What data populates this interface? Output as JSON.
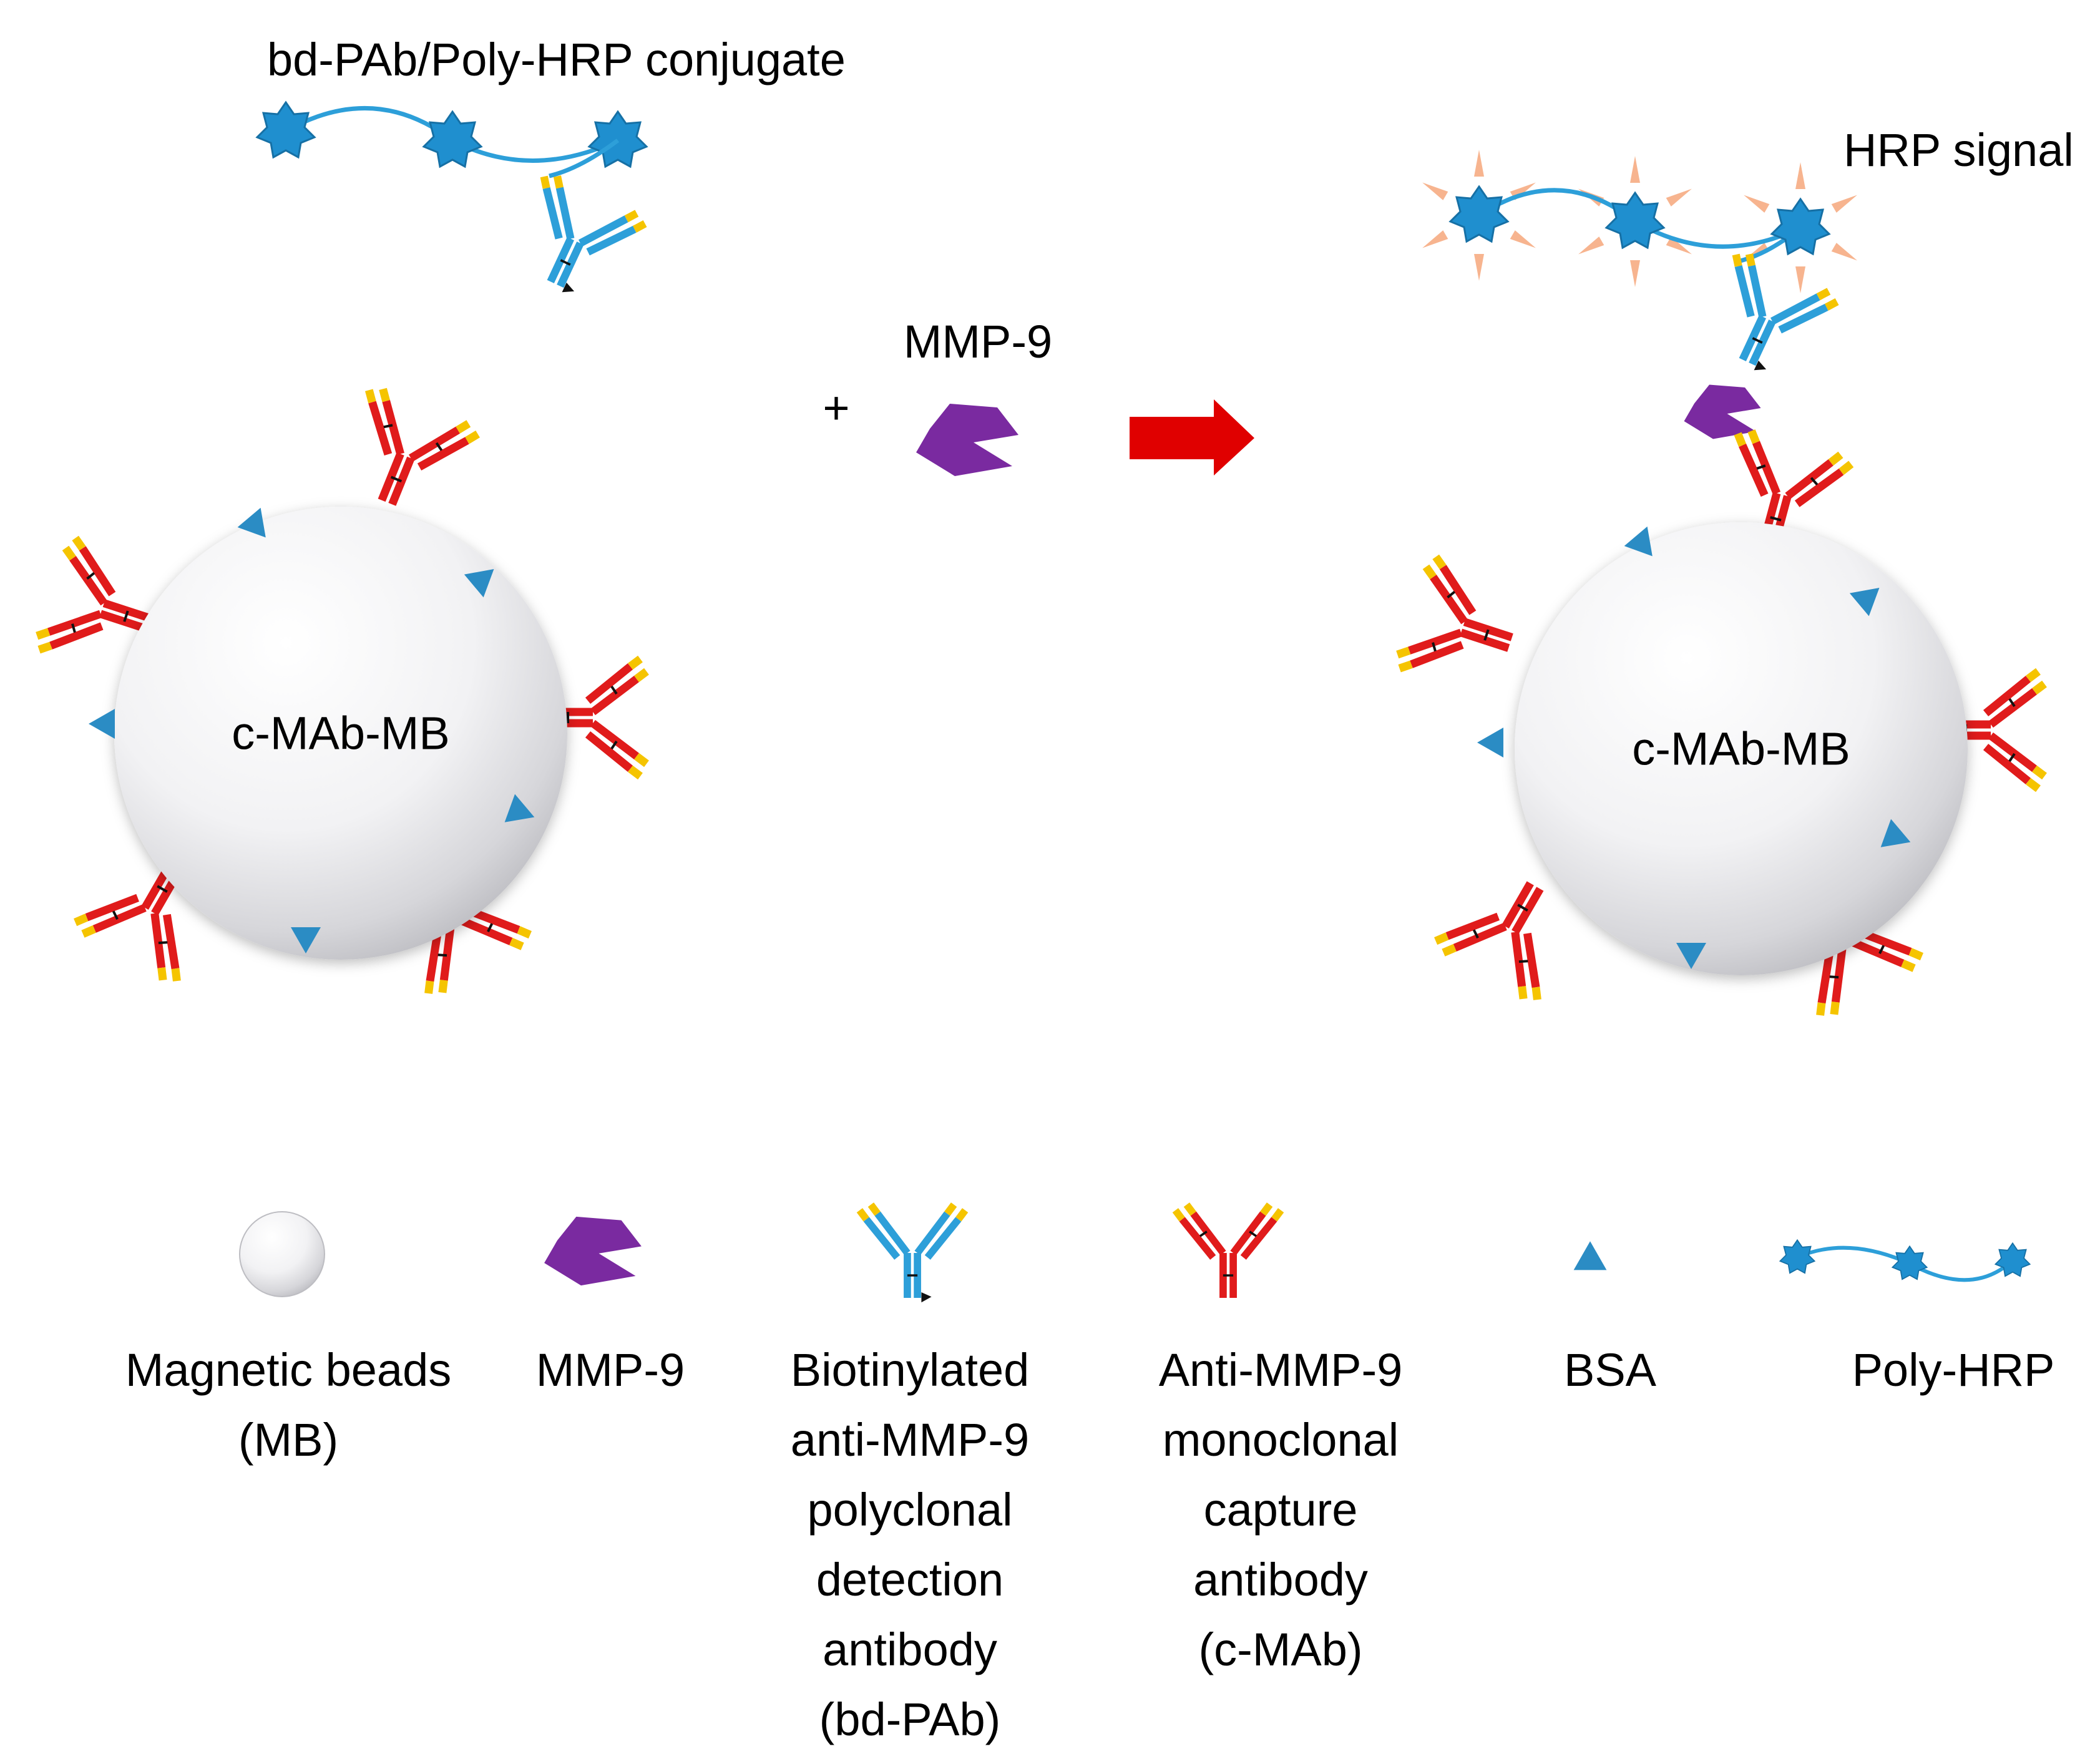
{
  "labels": {
    "conjugate_title": "bd-PAb/Poly-HRP conjugate",
    "analyte": "MMP-9",
    "plus": "+",
    "hrp_signal": "HRP signal",
    "bead_left": "c-MAb-MB",
    "bead_right": "c-MAb-MB"
  },
  "legend": [
    {
      "icon": "magnetic-bead-icon",
      "lines": [
        "Magnetic beads",
        "(MB)"
      ]
    },
    {
      "icon": "mmp9-protein-icon",
      "lines": [
        "MMP-9"
      ]
    },
    {
      "icon": "detection-antibody-icon",
      "lines": [
        "Biotinylated",
        "anti-MMP-9",
        "polyclonal",
        "detection",
        "antibody",
        "(bd-PAb)"
      ]
    },
    {
      "icon": "capture-antibody-icon",
      "lines": [
        "Anti-MMP-9",
        "monoclonal",
        "capture",
        "antibody",
        "(c-MAb)"
      ]
    },
    {
      "icon": "bsa-triangle-icon",
      "lines": [
        "BSA"
      ]
    },
    {
      "icon": "poly-hrp-icon",
      "lines": [
        "Poly-HRP"
      ]
    }
  ],
  "colors": {
    "capture_antibody": "#e01b1b",
    "detection_antibody": "#2d9fd9",
    "antibody_tip": "#f5c400",
    "mmp9": "#7a2aa0",
    "bsa": "#2b8cc4",
    "hrp_star": "#1f8fcf",
    "hrp_signal_ray": "#f7b48f",
    "arrow": "#e00000"
  }
}
